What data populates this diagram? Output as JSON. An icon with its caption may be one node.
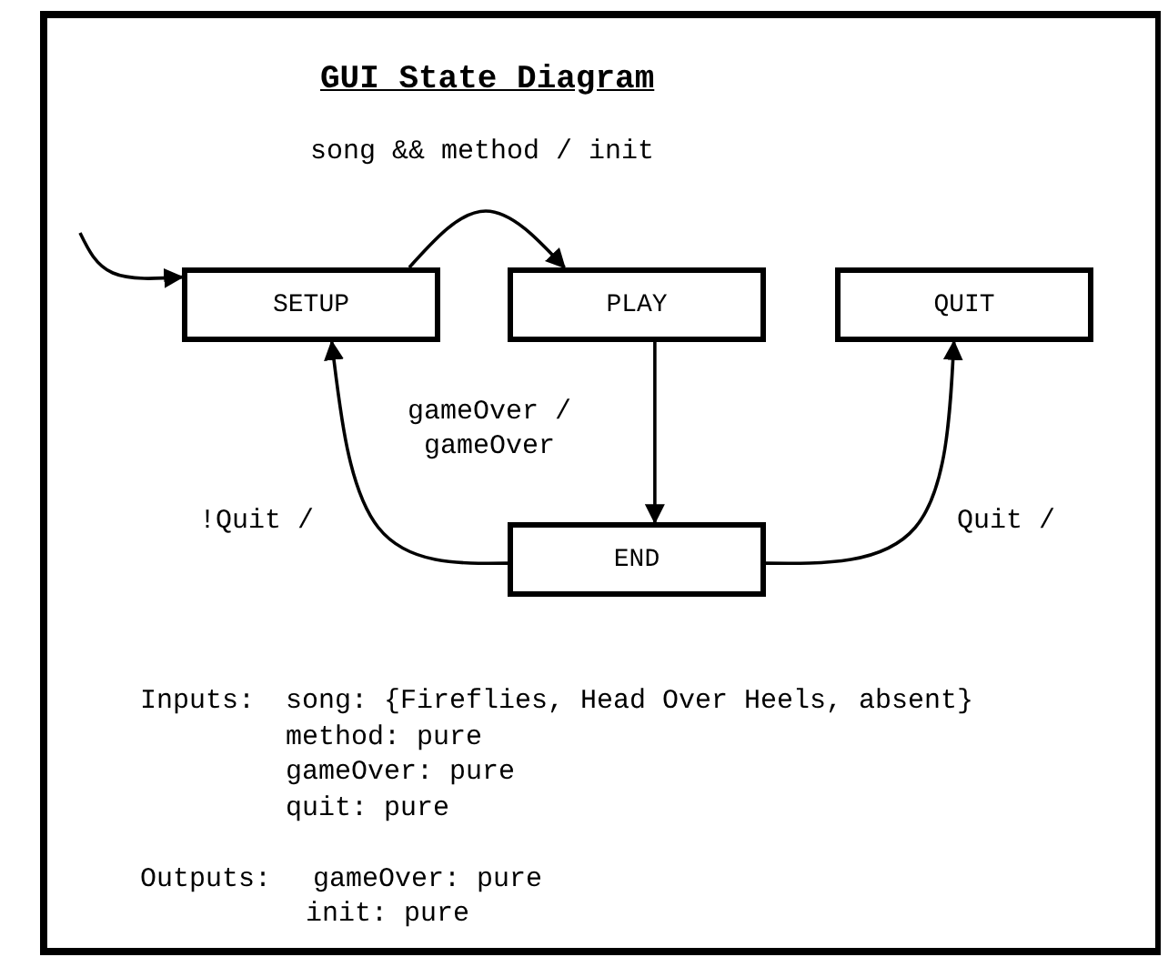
{
  "diagram": {
    "title": "GUI State Diagram",
    "nodes": [
      {
        "text": [
          "SETUP"
        ]
      },
      {
        "text": [
          "PLAY"
        ]
      },
      {
        "text": [
          "QUIT"
        ]
      },
      {
        "text": [
          "END"
        ]
      }
    ],
    "edges": [
      {
        "from": null,
        "to": 0,
        "arrow": "to"
      },
      {
        "from": 0,
        "to": 1,
        "arrow": "to",
        "label": "song && method / init"
      },
      {
        "from": 1,
        "to": 3,
        "arrow": "to",
        "label": "gameOver / gameOver"
      },
      {
        "from": 3,
        "to": 0,
        "arrow": "to",
        "label": "!Quit /"
      },
      {
        "from": 3,
        "to": 2,
        "arrow": "to",
        "label": "Quit /"
      }
    ],
    "labels": [
      "Inputs:",
      "song: {Fireflies, Head Over Heels, absent}",
      "method: pure",
      "gameOver: pure",
      "quit: pure",
      "Outputs:",
      "gameOver: pure",
      "init: pure"
    ]
  }
}
